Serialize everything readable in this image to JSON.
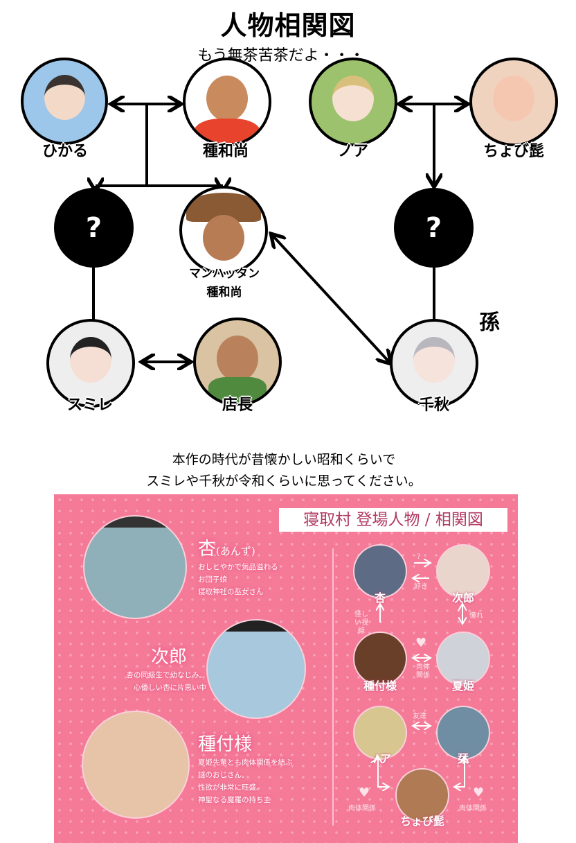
{
  "header": {
    "title": "人物相関図",
    "subtitle": "もう無茶苦茶だよ・・・"
  },
  "characters": {
    "hikaru": "ひかる",
    "tane_osho": "種和尚",
    "noa": "ノア",
    "chobi_hige": "ちょび髭",
    "unknown_left": "?",
    "unknown_right": "?",
    "manhattan_line1": "マンハッタン",
    "manhattan_line2": "種和尚",
    "sumire": "スミレ",
    "tencho": "店長",
    "chiaki": "千秋"
  },
  "relation_labels": {
    "grandchild": "孫"
  },
  "notes": [
    "本作の時代が昔懐かしい昭和くらいで",
    "スミレや千秋が令和くらいに思ってください。"
  ],
  "panel": {
    "title": "寝取村 登場人物 / 相関図",
    "profiles": [
      {
        "name": "杏",
        "reading": "(あんず)",
        "desc": [
          "おしとやかで気品溢れる",
          "お団子娘",
          "寝取神社の巫女さん"
        ]
      },
      {
        "name": "次郎",
        "desc": [
          "杏の同級生で幼なじみ。",
          "心優しい杏に片思い中"
        ]
      },
      {
        "name": "種付様",
        "desc": [
          "夏姫先輩とも肉体関係を結ぶ",
          "謎のおじさん。",
          "性欲が非常に旺盛。",
          "神聖なる魔羅の持ち主"
        ]
      }
    ],
    "chart": {
      "names": {
        "anzu": "杏",
        "jiro": "次郎",
        "tanetsuke": "種付様",
        "natsuki": "夏姫",
        "noa": "ノア",
        "shiori": "栞",
        "chobi": "ちょび髭"
      },
      "relations": {
        "jiro_to_anzu_question": "?",
        "anzu_to_jiro": "好き",
        "tanetsuke_to_anzu": "怪しい視線",
        "jiro_natsuki": "憧れ",
        "tanetsuke_natsuki": "肉体関係",
        "noa_shiori": "友達",
        "noa_chobi": "肉体関係",
        "shiori_chobi": "肉体関係"
      }
    }
  },
  "colors": {
    "panel_pink": "#f47a98",
    "title_text": "#b23a63",
    "line": "#000000"
  }
}
